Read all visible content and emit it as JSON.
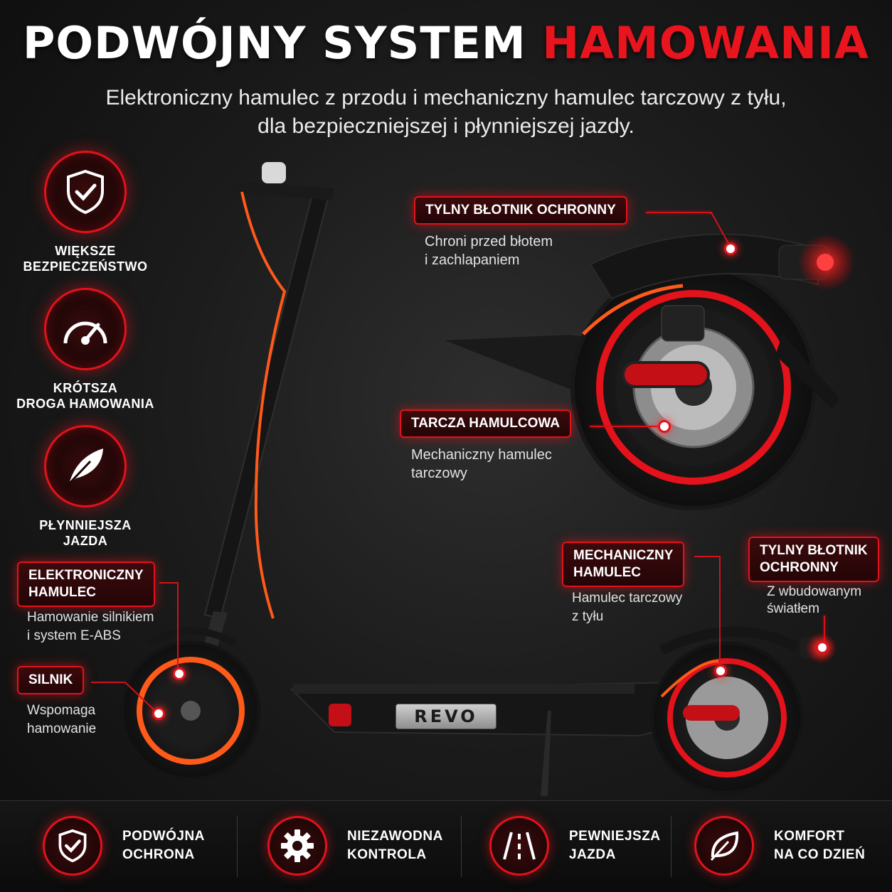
{
  "header": {
    "title_white": "PODWÓJNY SYSTEM",
    "title_red": "HAMOWANIA",
    "subtitle_line1": "Elektroniczny hamulec z przodu i mechaniczny hamulec tarczowy z tyłu,",
    "subtitle_line2": "dla bezpieczniejszej i płynniejszej jazdy."
  },
  "features": [
    {
      "icon": "shield-check-icon",
      "line1": "WIĘKSZE",
      "line2": "BEZPIECZEŃSTWO"
    },
    {
      "icon": "speedometer-icon",
      "line1": "KRÓTSZA",
      "line2": "DROGA HAMOWANIA"
    },
    {
      "icon": "feather-icon",
      "line1": "PŁYNNIEJSZA",
      "line2": "JAZDA"
    }
  ],
  "callouts": {
    "rear_fender_top": {
      "title": "TYLNY BŁOTNIK OCHRONNY",
      "desc1": "Chroni przed błotem",
      "desc2": "i zachlapaniem"
    },
    "brake_disc": {
      "title": "TARCZA HAMULCOWA",
      "desc1": "Mechaniczny hamulec",
      "desc2": "tarczowy"
    },
    "electronic_brake": {
      "title1": "ELEKTRONICZNY",
      "title2": "HAMULEC",
      "desc1": "Hamowanie silnikiem",
      "desc2": "i system E-ABS"
    },
    "motor": {
      "title": "SILNIK",
      "desc1": "Wspomaga",
      "desc2": "hamowanie"
    },
    "mechanical_brake": {
      "title1": "MECHANICZNY",
      "title2": "HAMULEC",
      "desc1": "Hamulec tarczowy",
      "desc2": "z tyłu"
    },
    "rear_fender_bottom": {
      "title1": "TYLNY BŁOTNIK",
      "title2": "OCHRONNY",
      "desc1": "Z wbudowanym",
      "desc2": "światłem"
    }
  },
  "brand": {
    "logo_text": "REVO"
  },
  "bottom_bar": [
    {
      "icon": "shield-check-icon",
      "line1": "PODWÓJNA",
      "line2": "OCHRONA"
    },
    {
      "icon": "gear-icon",
      "line1": "NIEZAWODNA",
      "line2": "KONTROLA"
    },
    {
      "icon": "road-icon",
      "line1": "PEWNIEJSZA",
      "line2": "JAZDA"
    },
    {
      "icon": "leaf-icon",
      "line1": "KOMFORT",
      "line2": "NA CO DZIEŃ"
    }
  ],
  "colors": {
    "accent": "#e3121b",
    "accent_glow": "#ff2a2a",
    "orange_rim": "#ff5a1a",
    "background": "#1c1c1c"
  }
}
